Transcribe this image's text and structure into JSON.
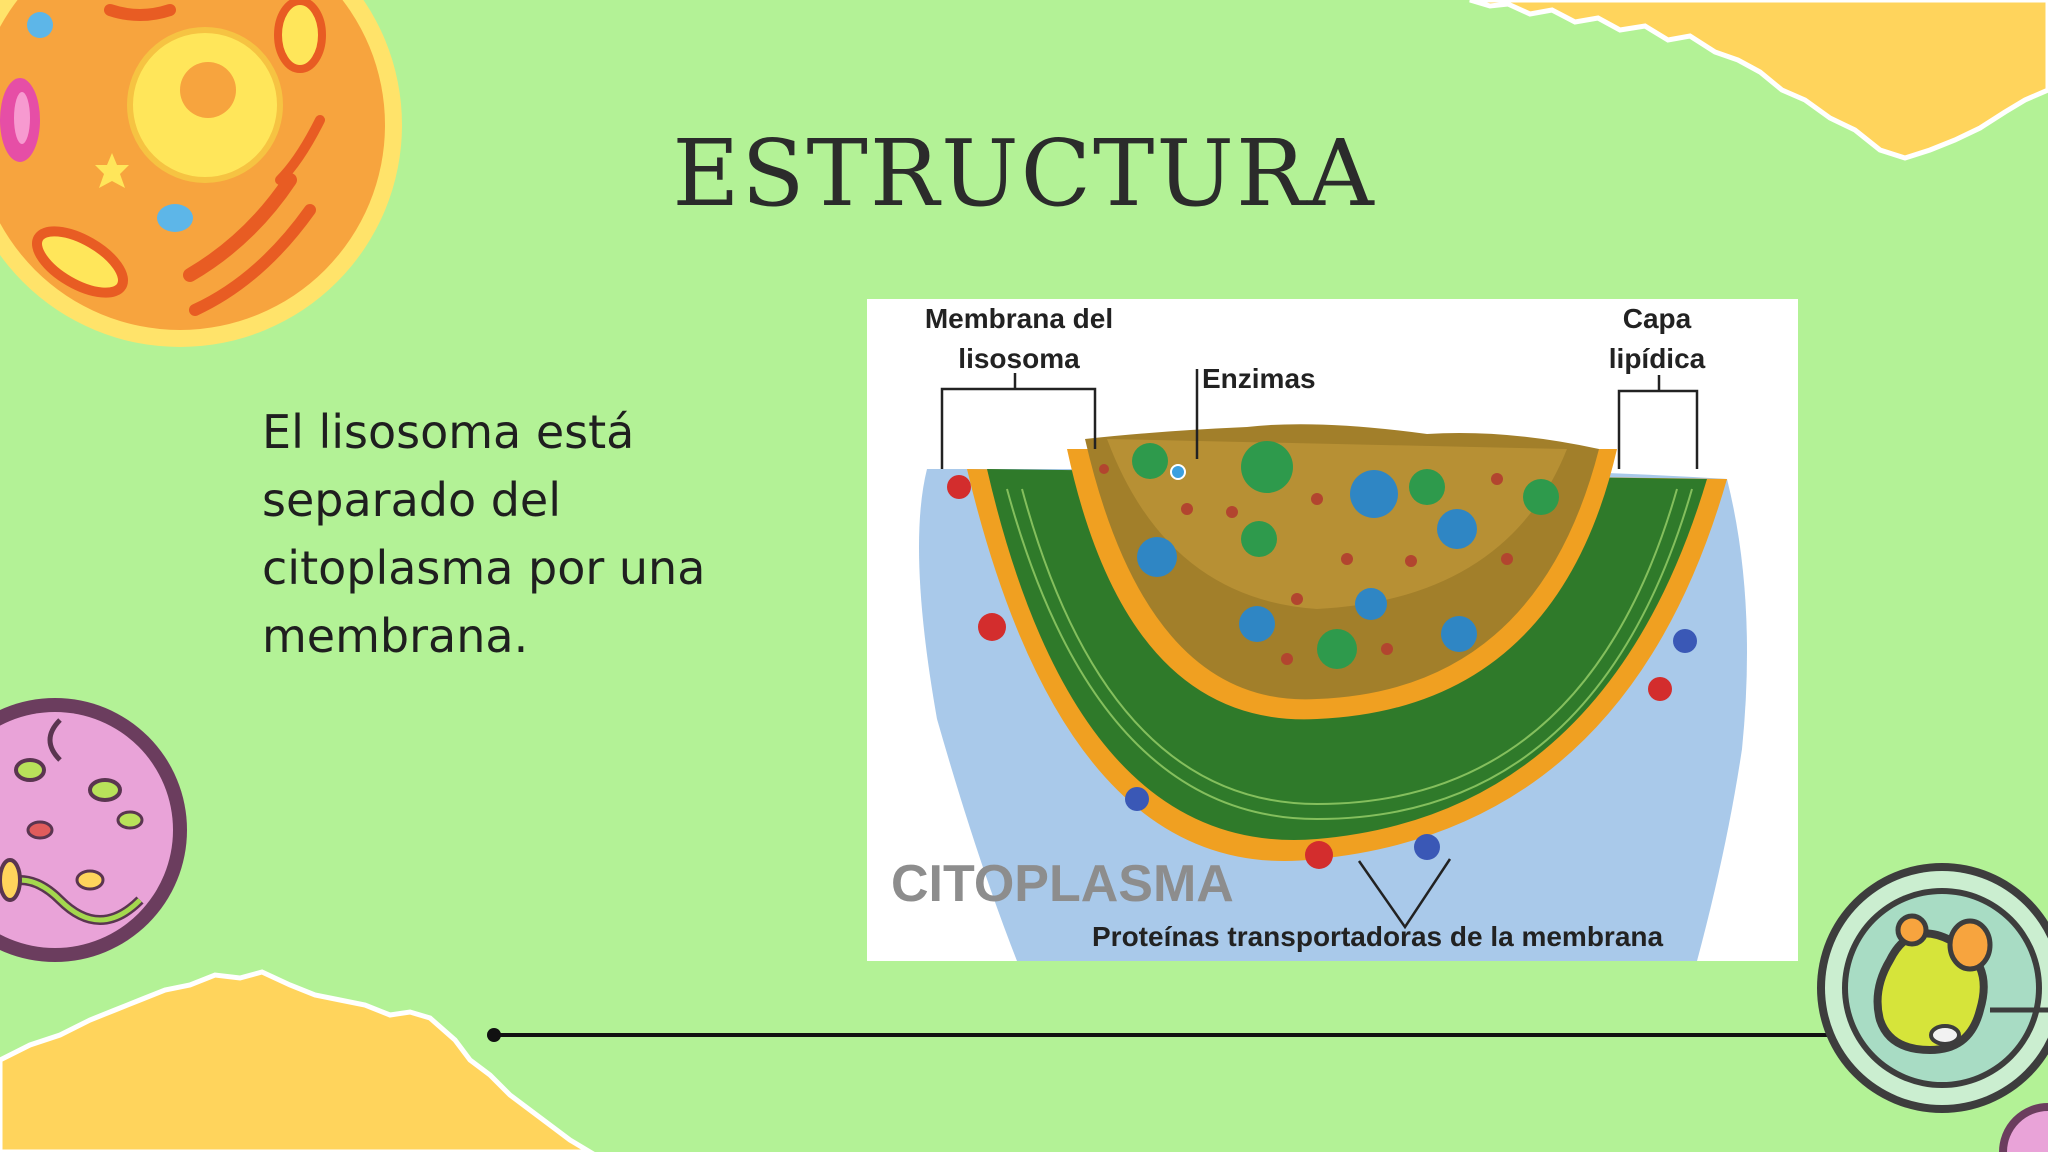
{
  "title": "ESTRUCTURA",
  "body_text": "El lisosoma está separado del citoplasma por una membrana.",
  "diagram": {
    "labels": {
      "membrana_line1": "Membrana del",
      "membrana_line2": "lisosoma",
      "enzimas": "Enzimas",
      "capa_line1": "Capa",
      "capa_line2": "lipídica",
      "citoplasma": "CITOPLASMA",
      "proteinas": "Proteínas transportadoras de la membrana"
    }
  },
  "colors": {
    "background": "#b3f296",
    "yellow_accent": "#ffd45c",
    "title": "#2b2b2b",
    "membrane_head": "#f4a41c",
    "membrane_tail": "#2f7a2a",
    "lumen": "#a27f2a",
    "cytoplasm": "#a9c9ea"
  },
  "decorations": [
    "animal-cell-icon",
    "bacteria-cell-icon",
    "petri-dish-cell-icon",
    "torn-paper-shape"
  ]
}
